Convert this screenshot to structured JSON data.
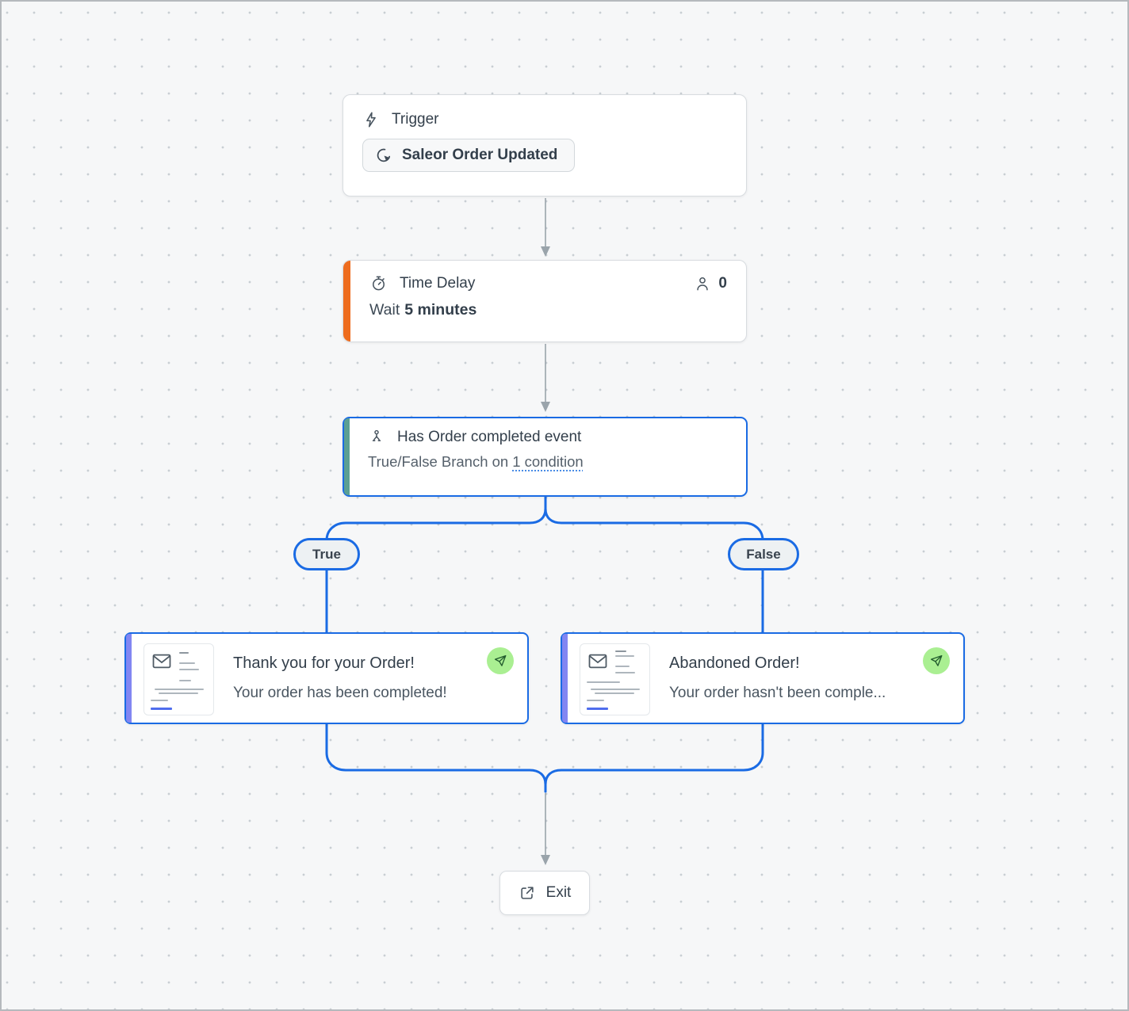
{
  "colors": {
    "canvas-bg": "#f6f7f8",
    "dot": "#c8ced3",
    "node-border": "#d8dce0",
    "blue": "#1a6be4",
    "orange": "#ee6c1e",
    "teal": "#5b9f93",
    "purple": "#8286f2",
    "green-badge": "#aaef92",
    "green-icon": "#225c2e",
    "connector": "#9aa4ab",
    "text-dark": "#333f4b",
    "text-gray": "#55606b"
  },
  "trigger": {
    "title": "Trigger",
    "event_label": "Saleor Order Updated"
  },
  "time_delay": {
    "title": "Time Delay",
    "contacts_count": "0",
    "wait_prefix": "Wait",
    "wait_value": "5 minutes"
  },
  "condition": {
    "title": "Has Order completed event",
    "subtitle_prefix": "True/False Branch on",
    "condition_link": "1 condition"
  },
  "branches": {
    "true_label": "True",
    "false_label": "False"
  },
  "email_true": {
    "title": "Thank you for your Order!",
    "subtitle": "Your order has been completed!"
  },
  "email_false": {
    "title": "Abandoned Order!",
    "subtitle": "Your order hasn't been comple..."
  },
  "exit": {
    "label": "Exit"
  }
}
